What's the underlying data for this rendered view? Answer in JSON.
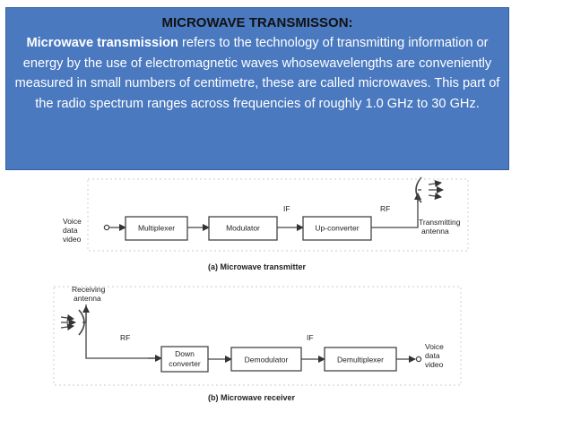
{
  "textbox": {
    "title": "MICROWAVE  TRANSMISSON:",
    "body_bold": "Microwave transmission",
    "body_rest": " refers to the technology of transmitting information or energy by the use of electromagnetic waves whosewavelengths are conveniently measured in small numbers of centimetre, these are called microwaves. This part of the radio spectrum ranges across frequencies of roughly 1.0 GHz to 30 GHz.",
    "bg_color": "#4a79bf"
  },
  "transmitter": {
    "input_label_1": "Voice",
    "input_label_2": "data",
    "input_label_3": "video",
    "multiplexer": "Multiplexer",
    "modulator": "Modulator",
    "upconverter": "Up-converter",
    "if_label": "IF",
    "rf_label": "RF",
    "antenna_label_1": "Transmitting",
    "antenna_label_2": "antenna",
    "caption": "(a) Microwave transmitter"
  },
  "receiver": {
    "antenna_label_1": "Receiving",
    "antenna_label_2": "antenna",
    "rf_label": "RF",
    "if_label": "IF",
    "down_converter_1": "Down",
    "down_converter_2": "converter",
    "demodulator": "Demodulator",
    "demultiplexer": "Demultiplexer",
    "output_label_1": "Voice",
    "output_label_2": "data",
    "output_label_3": "video",
    "caption": "(b) Microwave receiver"
  }
}
